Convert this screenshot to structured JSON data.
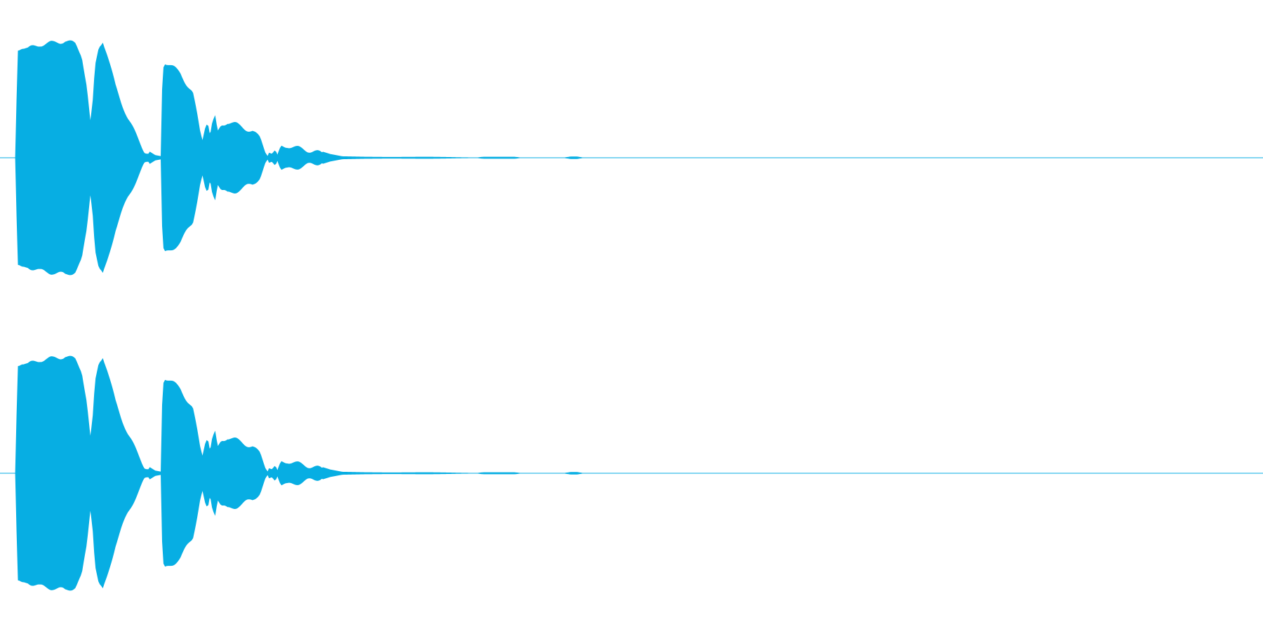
{
  "waveform": {
    "color": "#07AEE3",
    "channels": [
      {
        "name": "",
        "envelope": [
          [
            0.0,
            0.0
          ],
          [
            0.002,
            0.93
          ],
          [
            0.005,
            0.95
          ],
          [
            0.01,
            0.93
          ],
          [
            0.02,
            0.97
          ],
          [
            0.03,
            0.98
          ],
          [
            0.04,
            1.0
          ],
          [
            0.048,
            0.97
          ],
          [
            0.053,
            0.88
          ],
          [
            0.057,
            0.62
          ],
          [
            0.06,
            0.3
          ],
          [
            0.062,
            0.45
          ],
          [
            0.064,
            0.78
          ],
          [
            0.067,
            0.95
          ],
          [
            0.07,
            1.0
          ],
          [
            0.073,
            0.9
          ],
          [
            0.076,
            0.78
          ],
          [
            0.08,
            0.62
          ],
          [
            0.085,
            0.48
          ],
          [
            0.09,
            0.35
          ],
          [
            0.096,
            0.22
          ],
          [
            0.103,
            0.08
          ],
          [
            0.112,
            0.02
          ],
          [
            0.117,
            0.01
          ],
          [
            0.118,
            0.78
          ],
          [
            0.12,
            0.82
          ],
          [
            0.123,
            0.8
          ],
          [
            0.127,
            0.77
          ],
          [
            0.132,
            0.73
          ],
          [
            0.137,
            0.64
          ],
          [
            0.142,
            0.56
          ],
          [
            0.145,
            0.4
          ],
          [
            0.148,
            0.23
          ],
          [
            0.15,
            0.17
          ],
          [
            0.152,
            0.28
          ],
          [
            0.154,
            0.33
          ],
          [
            0.156,
            0.2
          ],
          [
            0.158,
            0.31
          ],
          [
            0.16,
            0.35
          ],
          [
            0.162,
            0.22
          ],
          [
            0.165,
            0.29
          ],
          [
            0.17,
            0.32
          ],
          [
            0.176,
            0.3
          ],
          [
            0.183,
            0.27
          ],
          [
            0.19,
            0.24
          ],
          [
            0.196,
            0.18
          ],
          [
            0.2,
            0.08
          ],
          [
            0.203,
            0.04
          ],
          [
            0.206,
            0.03
          ],
          [
            0.208,
            0.07
          ],
          [
            0.21,
            0.02
          ],
          [
            0.213,
            0.11
          ],
          [
            0.218,
            0.12
          ],
          [
            0.225,
            0.1
          ],
          [
            0.24,
            0.07
          ],
          [
            0.252,
            0.03
          ],
          [
            0.262,
            0.01
          ],
          [
            0.28,
            0.006
          ],
          [
            0.3,
            0.004
          ],
          [
            0.33,
            0.006
          ],
          [
            0.345,
            0.004
          ],
          [
            0.355,
            0.002
          ],
          [
            0.37,
            0.0
          ],
          [
            0.375,
            0.006
          ],
          [
            0.4,
            0.006
          ],
          [
            0.405,
            0.0
          ],
          [
            0.44,
            0.0
          ],
          [
            0.445,
            0.008
          ],
          [
            0.45,
            0.008
          ],
          [
            0.455,
            0.0
          ],
          [
            1.0,
            0.0
          ]
        ]
      },
      {
        "name": "",
        "envelope": [
          [
            0.0,
            0.0
          ],
          [
            0.002,
            0.93
          ],
          [
            0.005,
            0.95
          ],
          [
            0.01,
            0.93
          ],
          [
            0.02,
            0.97
          ],
          [
            0.03,
            0.98
          ],
          [
            0.04,
            1.0
          ],
          [
            0.048,
            0.97
          ],
          [
            0.053,
            0.88
          ],
          [
            0.057,
            0.62
          ],
          [
            0.06,
            0.3
          ],
          [
            0.062,
            0.45
          ],
          [
            0.064,
            0.78
          ],
          [
            0.067,
            0.95
          ],
          [
            0.07,
            1.0
          ],
          [
            0.073,
            0.9
          ],
          [
            0.076,
            0.78
          ],
          [
            0.08,
            0.62
          ],
          [
            0.085,
            0.48
          ],
          [
            0.09,
            0.35
          ],
          [
            0.096,
            0.22
          ],
          [
            0.103,
            0.08
          ],
          [
            0.112,
            0.02
          ],
          [
            0.117,
            0.01
          ],
          [
            0.118,
            0.78
          ],
          [
            0.12,
            0.82
          ],
          [
            0.123,
            0.8
          ],
          [
            0.127,
            0.77
          ],
          [
            0.132,
            0.73
          ],
          [
            0.137,
            0.64
          ],
          [
            0.142,
            0.56
          ],
          [
            0.145,
            0.4
          ],
          [
            0.148,
            0.23
          ],
          [
            0.15,
            0.17
          ],
          [
            0.152,
            0.28
          ],
          [
            0.154,
            0.33
          ],
          [
            0.156,
            0.2
          ],
          [
            0.158,
            0.31
          ],
          [
            0.16,
            0.35
          ],
          [
            0.162,
            0.22
          ],
          [
            0.165,
            0.29
          ],
          [
            0.17,
            0.32
          ],
          [
            0.176,
            0.3
          ],
          [
            0.183,
            0.27
          ],
          [
            0.19,
            0.24
          ],
          [
            0.196,
            0.18
          ],
          [
            0.2,
            0.08
          ],
          [
            0.203,
            0.04
          ],
          [
            0.206,
            0.03
          ],
          [
            0.208,
            0.07
          ],
          [
            0.21,
            0.02
          ],
          [
            0.213,
            0.11
          ],
          [
            0.218,
            0.12
          ],
          [
            0.225,
            0.1
          ],
          [
            0.24,
            0.07
          ],
          [
            0.252,
            0.03
          ],
          [
            0.262,
            0.01
          ],
          [
            0.28,
            0.006
          ],
          [
            0.3,
            0.004
          ],
          [
            0.33,
            0.006
          ],
          [
            0.345,
            0.004
          ],
          [
            0.355,
            0.002
          ],
          [
            0.37,
            0.0
          ],
          [
            0.375,
            0.006
          ],
          [
            0.4,
            0.006
          ],
          [
            0.405,
            0.0
          ],
          [
            0.44,
            0.0
          ],
          [
            0.445,
            0.008
          ],
          [
            0.45,
            0.008
          ],
          [
            0.455,
            0.0
          ],
          [
            1.0,
            0.0
          ]
        ]
      }
    ]
  }
}
